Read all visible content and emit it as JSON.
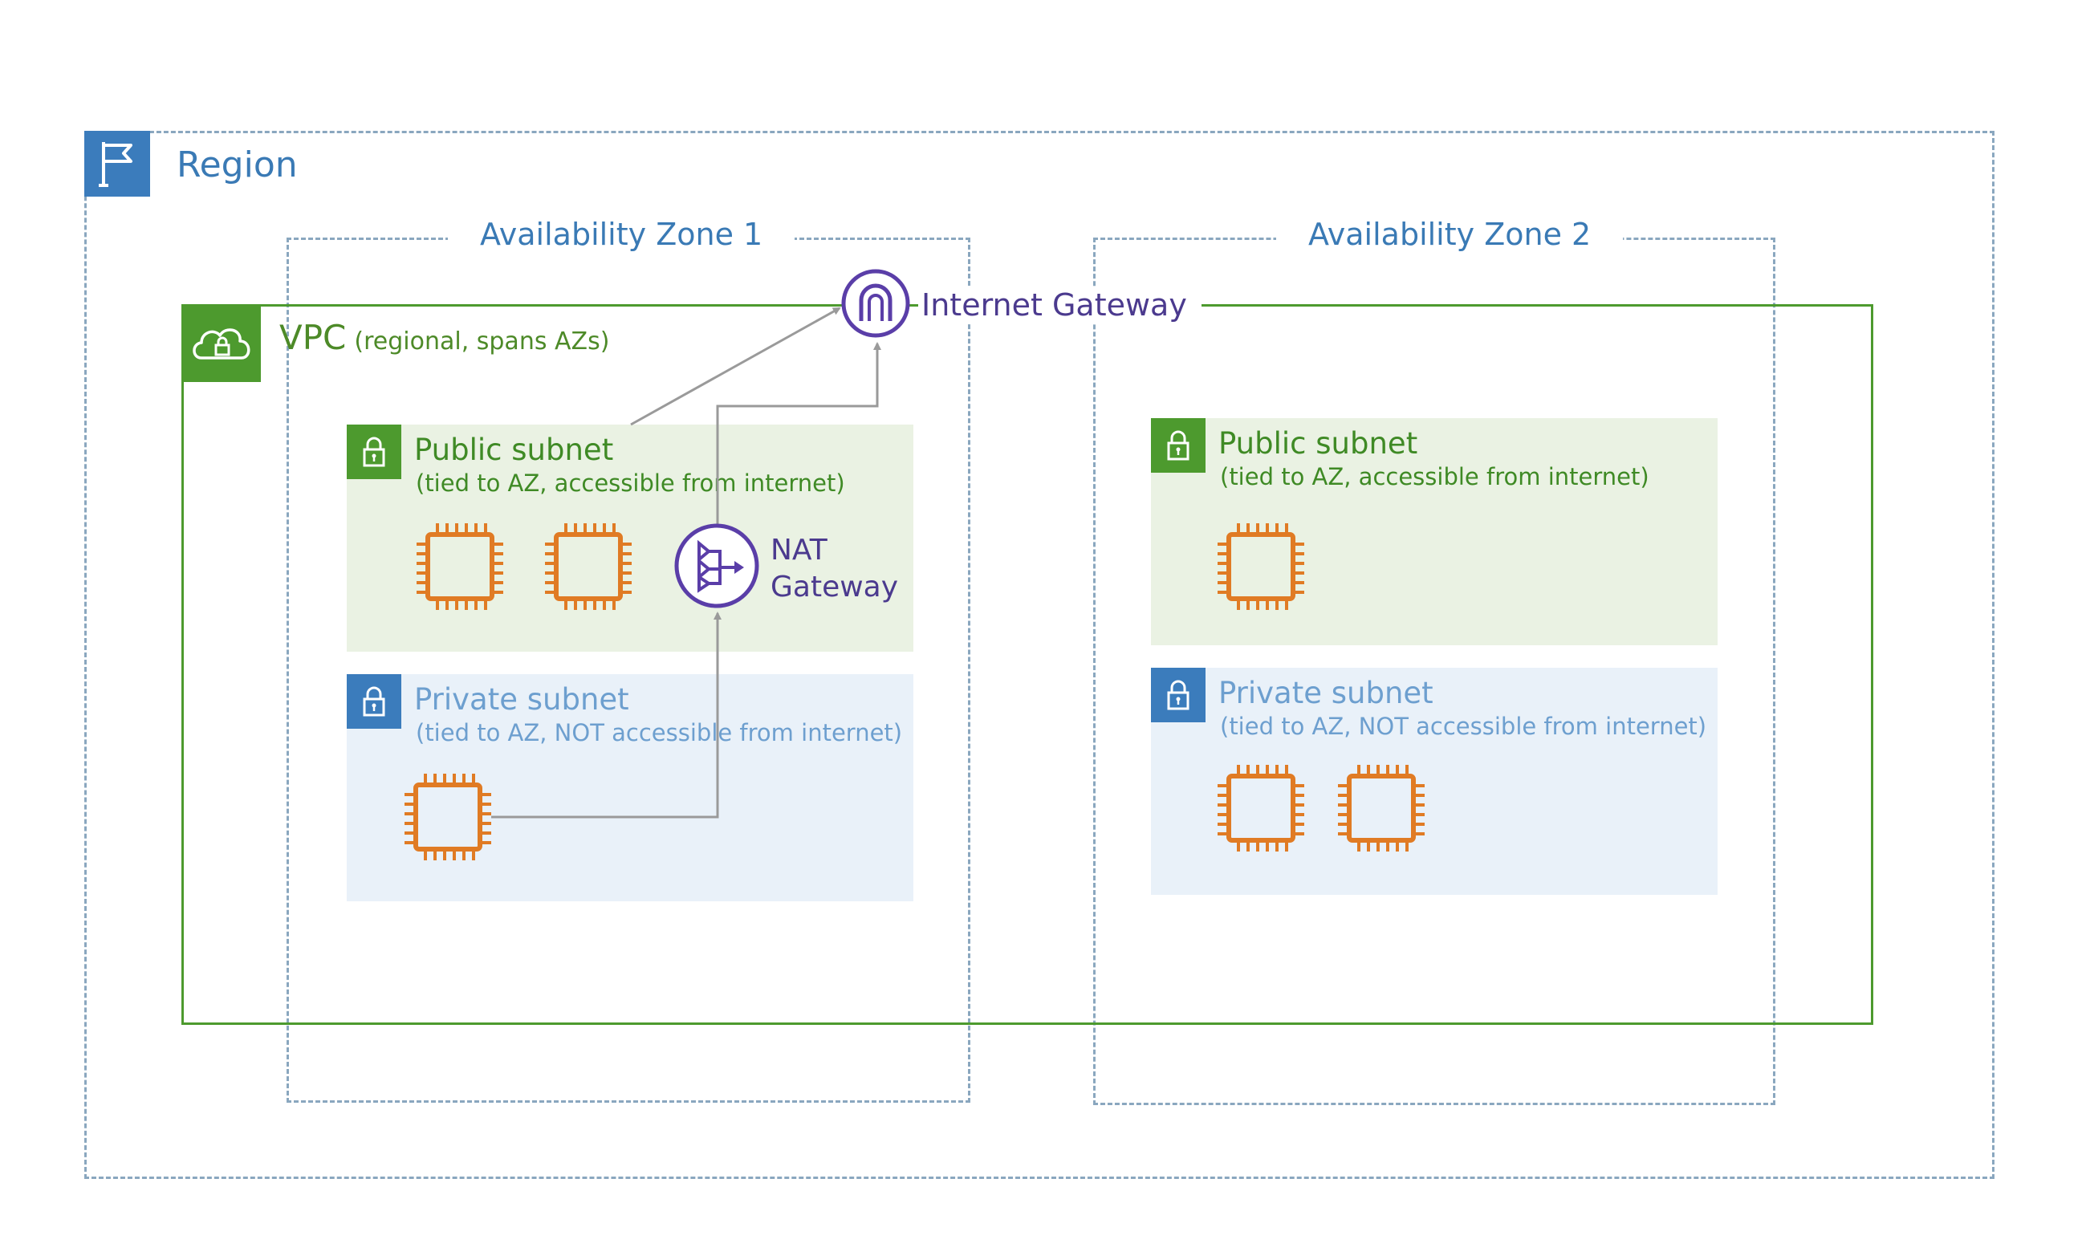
{
  "region": {
    "label": "Region",
    "icon": "flag-icon",
    "color": "#3b7cbc"
  },
  "availability_zones": [
    {
      "label": "Availability Zone 1"
    },
    {
      "label": "Availability Zone 2"
    }
  ],
  "vpc": {
    "title": "VPC",
    "subtitle": "(regional, spans AZs)",
    "icon": "cloud-lock-icon",
    "color": "#4d9a2e"
  },
  "internet_gateway": {
    "label": "Internet Gateway",
    "icon": "internet-gateway-icon",
    "color": "#5a3ea8"
  },
  "nat_gateway": {
    "label_line1": "NAT",
    "label_line2": "Gateway",
    "icon": "nat-gateway-icon"
  },
  "subnets": {
    "az1_public": {
      "title": "Public subnet",
      "desc": "(tied to AZ, accessible from internet)",
      "instances": 2
    },
    "az1_private": {
      "title": "Private subnet",
      "desc": "(tied to AZ, NOT accessible from internet)",
      "instances": 1
    },
    "az2_public": {
      "title": "Public subnet",
      "desc": "(tied to AZ, accessible from internet)",
      "instances": 1
    },
    "az2_private": {
      "title": "Private subnet",
      "desc": "(tied to AZ, NOT accessible from internet)",
      "instances": 2
    }
  },
  "colors": {
    "instance": "#e07b24",
    "public_subnet_bg": "#eaf2e3",
    "private_subnet_bg": "#e9f1f9",
    "dashed_border": "#8aa7bf",
    "arrow": "#9a9a9a"
  }
}
